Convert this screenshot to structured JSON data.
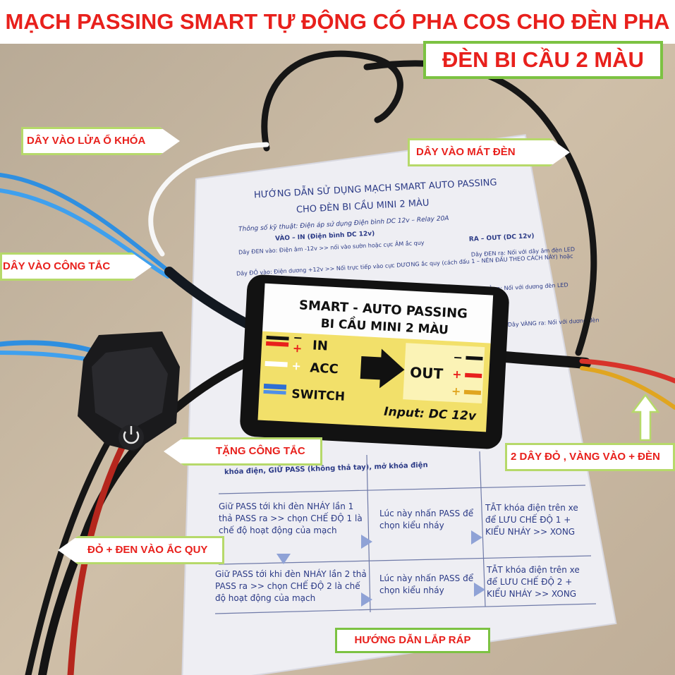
{
  "header": {
    "title": "MẠCH PASSING SMART TỰ ĐỘNG CÓ PHA COS CHO ĐÈN PHA",
    "subtitle": "ĐÈN BI CẦU 2 MÀU"
  },
  "callouts": {
    "ignition": "DÂY VÀO LỬA Ổ KHÓA",
    "lamp_ground": "DÂY VÀO MÁT ĐÈN",
    "switch_wire": "DÂY VÀO CÔNG TẮC",
    "gift_switch": "TẶNG CÔNG TẮC",
    "lamp_wires": "2 DÂY ĐỎ , VÀNG VÀO + ĐÈN",
    "battery": "ĐỎ + ĐEN VÀO ẮC QUY",
    "install_guide": "HƯỚNG DẪN LẮP RÁP"
  },
  "device": {
    "title_line1": "SMART - AUTO PASSING",
    "title_line2": "BI CẦU MINI 2 MÀU",
    "in_label": "IN",
    "acc_label": "ACC",
    "switch_label": "SWITCH",
    "out_label": "OUT",
    "input_label": "Input: DC 12v",
    "minus": "−",
    "plus": "+"
  },
  "manual": {
    "heading1": "HƯỚNG DẪN SỬ DỤNG MẠCH SMART AUTO PASSING",
    "heading2": "CHO ĐÈN BI CẦU MINI 2 MÀU",
    "specs": "Thông số kỹ thuật: Điện áp sử dụng Điện bình DC 12v – Relay 20A",
    "col_in": "VÀO – IN (Điện bình DC 12v)",
    "col_out": "RA – OUT (DC 12v)",
    "in_black": "Dây ĐEN vào: Điện âm -12v >> nối vào sườn hoặc cực ÂM ắc quy",
    "in_red": "Dây ĐỎ vào: Điện dương +12v >> Nối trực tiếp vào cực DƯƠNG ắc quy (cách đấu 1 – NÊN ĐẤU THEO CÁCH NÀY) hoặc",
    "out_black": "Dây ĐEN ra: Nối với dây âm đèn LED",
    "out_red": "Dây ĐỎ ra: Nối với dương đèn LED",
    "out_yellow": "Dây VÀNG ra: Nối với dương đèn",
    "step_keep": "khóa điện, GIỮ PASS (không thả tay), mở khóa điện",
    "row1_left": "Giữ PASS tới khi đèn NHÁY lần 1 thả PASS ra >> chọn CHẾ ĐỘ 1 là chế độ hoạt động của mạch",
    "row1_mid": "Lúc này nhấn PASS để chọn kiểu nháy",
    "row1_right": "TẮT khóa điện trên xe để LƯU CHẾ ĐỘ 1 + KIỂU NHÁY >> XONG",
    "row2_left": "Giữ PASS tới khi đèn NHÁY lần 2 thả PASS ra >> chọn CHẾ ĐỘ 2 là chế độ hoạt động của mạch",
    "row2_mid": "Lúc này nhấn PASS để chọn kiểu nháy",
    "row2_right": "TẮT khóa điện trên xe để LƯU CHẾ ĐỘ 2 + KIỂU NHÁY >> XONG"
  },
  "colors": {
    "accent_red": "#e8201c",
    "border_green": "#7cc242",
    "device_yellow": "#f2e06a",
    "wire_blue": "#2f8fe0"
  }
}
